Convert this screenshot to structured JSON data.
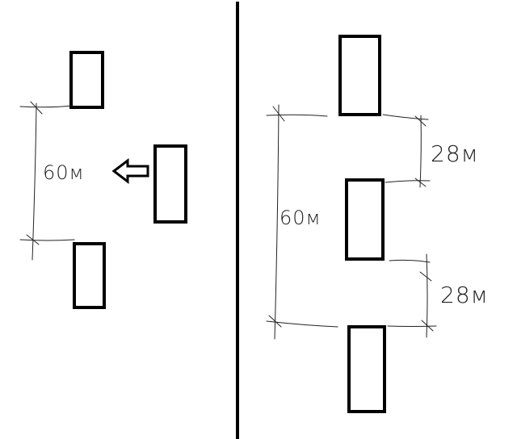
{
  "left_panel": {
    "distance_label": "60м"
  },
  "right_panel": {
    "total_label": "60м",
    "upper_gap_label": "28м",
    "lower_gap_label": "28м"
  },
  "colors": {
    "ink": "#000000",
    "background": "#ffffff"
  }
}
